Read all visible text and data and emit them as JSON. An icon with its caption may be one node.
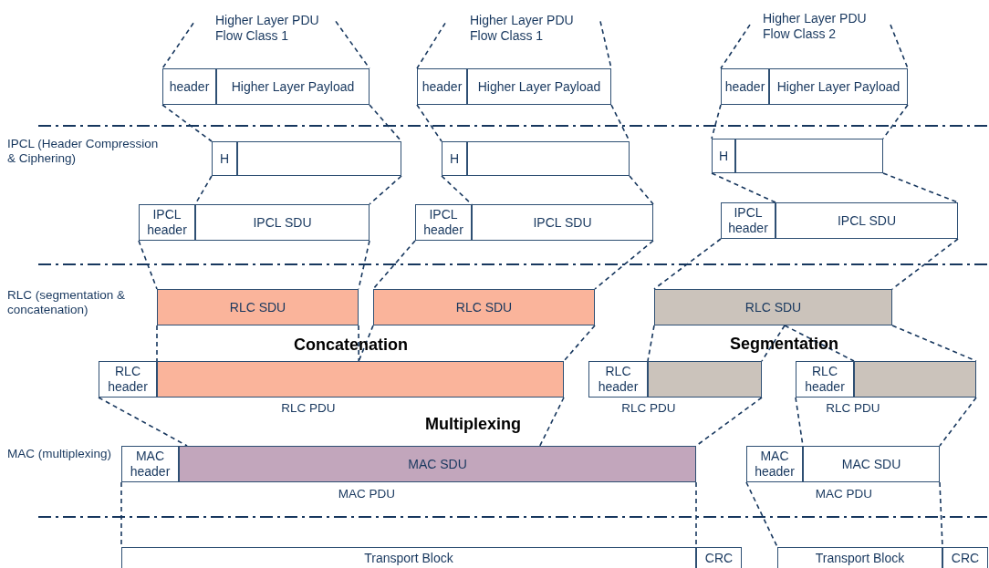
{
  "diagram": {
    "nodes": [
      {
        "text": [
          "Higher Layer PDU Flow Class 1"
        ]
      },
      {
        "text": [
          "Higher Layer PDU Flow Class 1"
        ]
      },
      {
        "text": [
          "Higher Layer PDU Flow Class 2"
        ]
      },
      {
        "text": [
          "header"
        ]
      },
      {
        "text": [
          "Higher Layer Payload"
        ]
      },
      {
        "text": [
          "header"
        ]
      },
      {
        "text": [
          "Higher Layer Payload"
        ]
      },
      {
        "text": [
          "header"
        ]
      },
      {
        "text": [
          "Higher Layer Payload"
        ]
      },
      {
        "text": [
          "H"
        ]
      },
      {
        "text": [],
        "shape": "box"
      },
      {
        "text": [
          "H"
        ]
      },
      {
        "text": [],
        "shape": "box"
      },
      {
        "text": [
          "H"
        ]
      },
      {
        "text": [],
        "shape": "box"
      },
      {
        "text": [
          "IPCL header"
        ]
      },
      {
        "text": [
          "IPCL SDU"
        ]
      },
      {
        "text": [
          "IPCL header"
        ]
      },
      {
        "text": [
          "IPCL SDU"
        ]
      },
      {
        "text": [
          "IPCL header"
        ]
      },
      {
        "text": [
          "IPCL SDU"
        ]
      },
      {
        "text": [
          "RLC SDU"
        ]
      },
      {
        "text": [
          "RLC SDU"
        ]
      },
      {
        "text": [
          "RLC SDU"
        ]
      },
      {
        "text": [
          "RLC header"
        ]
      },
      {
        "text": [],
        "shape": "box"
      },
      {
        "text": [
          "RLC header"
        ]
      },
      {
        "text": [],
        "shape": "box"
      },
      {
        "text": [
          "RLC header"
        ]
      },
      {
        "text": [],
        "shape": "box"
      },
      {
        "text": [
          "MAC header"
        ]
      },
      {
        "text": [
          "MAC SDU"
        ]
      },
      {
        "text": [
          "MAC header"
        ]
      },
      {
        "text": [
          "MAC SDU"
        ]
      },
      {
        "text": [
          "Transport Block"
        ]
      },
      {
        "text": [
          "CRC"
        ]
      },
      {
        "text": [
          "Transport Block"
        ]
      },
      {
        "text": [
          "CRC"
        ]
      }
    ],
    "edges": [
      {
        "from": 0,
        "to": 3,
        "arrow": "none"
      },
      {
        "from": 0,
        "to": 4,
        "arrow": "none"
      },
      {
        "from": 1,
        "to": 5,
        "arrow": "none"
      },
      {
        "from": 1,
        "to": 6,
        "arrow": "none"
      },
      {
        "from": 2,
        "to": 7,
        "arrow": "none"
      },
      {
        "from": 2,
        "to": 8,
        "arrow": "none"
      },
      {
        "from": 3,
        "to": 9,
        "arrow": "none"
      },
      {
        "from": 4,
        "to": 10,
        "arrow": "none"
      },
      {
        "from": 5,
        "to": 11,
        "arrow": "none"
      },
      {
        "from": 6,
        "to": 12,
        "arrow": "none"
      },
      {
        "from": 7,
        "to": 13,
        "arrow": "none"
      },
      {
        "from": 8,
        "to": 14,
        "arrow": "none"
      },
      {
        "from": 9,
        "to": 15,
        "arrow": "none"
      },
      {
        "from": 10,
        "to": 16,
        "arrow": "none"
      },
      {
        "from": 11,
        "to": 17,
        "arrow": "none"
      },
      {
        "from": 12,
        "to": 18,
        "arrow": "none"
      },
      {
        "from": 13,
        "to": 19,
        "arrow": "none"
      },
      {
        "from": 14,
        "to": 20,
        "arrow": "none"
      },
      {
        "from": 15,
        "to": 21,
        "arrow": "none"
      },
      {
        "from": 16,
        "to": 21,
        "arrow": "none"
      },
      {
        "from": 17,
        "to": 22,
        "arrow": "none"
      },
      {
        "from": 18,
        "to": 22,
        "arrow": "none"
      },
      {
        "from": 19,
        "to": 23,
        "arrow": "none"
      },
      {
        "from": 20,
        "to": 23,
        "arrow": "none"
      },
      {
        "from": 21,
        "to": 25,
        "arrow": "none"
      },
      {
        "from": 21,
        "to": 25,
        "arrow": "none"
      },
      {
        "from": 22,
        "to": 25,
        "arrow": "none"
      },
      {
        "from": 22,
        "to": 25,
        "arrow": "none"
      },
      {
        "from": 23,
        "to": 27,
        "arrow": "none"
      },
      {
        "from": 23,
        "to": 27,
        "arrow": "none"
      },
      {
        "from": 23,
        "to": 29,
        "arrow": "none"
      },
      {
        "from": 23,
        "to": 29,
        "arrow": "none"
      },
      {
        "from": 24,
        "to": 31,
        "arrow": "none"
      },
      {
        "from": 25,
        "to": 31,
        "arrow": "none"
      },
      {
        "from": 27,
        "to": 31,
        "arrow": "none"
      },
      {
        "from": 28,
        "to": 33,
        "arrow": "none"
      },
      {
        "from": 29,
        "to": 33,
        "arrow": "none"
      },
      {
        "from": 30,
        "to": 34,
        "arrow": "none"
      },
      {
        "from": 31,
        "to": 34,
        "arrow": "none"
      },
      {
        "from": 32,
        "to": 36,
        "arrow": "none"
      },
      {
        "from": 33,
        "to": 36,
        "arrow": "none"
      }
    ],
    "labels": [
      "IPCL (Header Compression & Ciphering)",
      "RLC (segmentation & concatenation)",
      "Concatenation",
      "Segmentation",
      "RLC PDU",
      "RLC PDU",
      "RLC PDU",
      "Multiplexing",
      "MAC (multiplexing)",
      "MAC PDU",
      "MAC PDU"
    ]
  }
}
